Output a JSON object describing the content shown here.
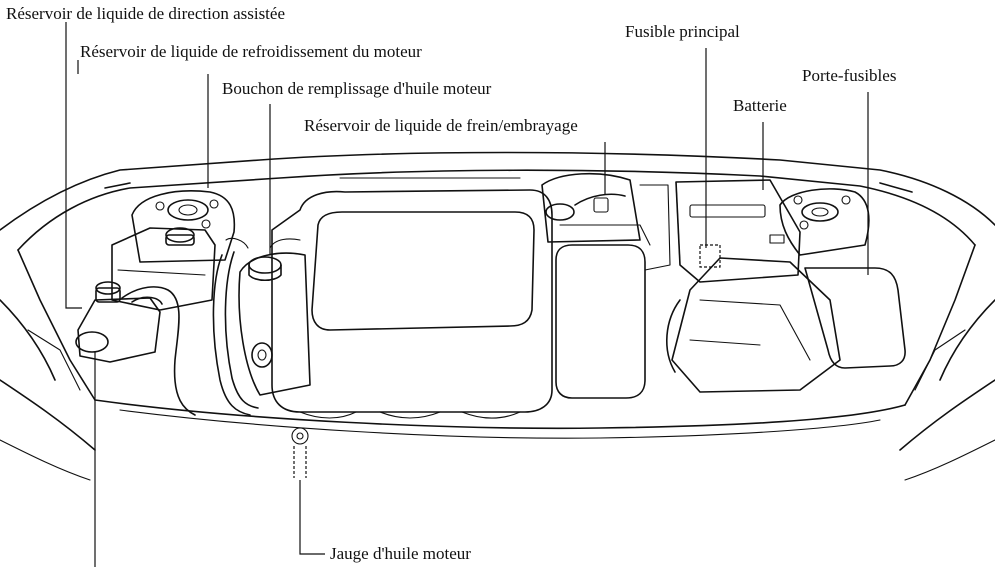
{
  "labels": {
    "power_steering_reservoir": "Réservoir de liquide de direction assistée",
    "coolant_reservoir": "Réservoir de liquide de refroidissement du moteur",
    "oil_filler_cap": "Bouchon de remplissage d'huile moteur",
    "brake_clutch_reservoir": "Réservoir de liquide de frein/embrayage",
    "main_fuse": "Fusible principal",
    "battery": "Batterie",
    "fuse_box": "Porte-fusibles",
    "oil_dipstick": "Jauge d'huile moteur"
  }
}
